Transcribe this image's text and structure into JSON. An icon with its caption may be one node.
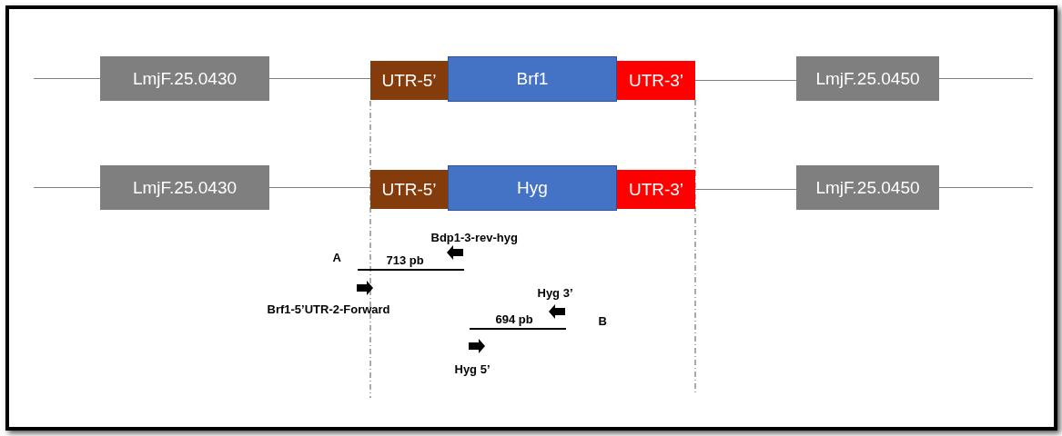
{
  "diagram": {
    "nodes": [
      {
        "text": [
          "LmjF.25.0430"
        ]
      },
      {
        "text": [
          "UTR-5’"
        ]
      },
      {
        "text": [
          "Brf1"
        ]
      },
      {
        "text": [
          "UTR-3’"
        ]
      },
      {
        "text": [
          "LmjF.25.0450"
        ]
      },
      {
        "text": [
          "LmjF.25.0430"
        ]
      },
      {
        "text": [
          "UTR-5’"
        ]
      },
      {
        "text": [
          "Hyg"
        ]
      },
      {
        "text": [
          "UTR-3’"
        ]
      },
      {
        "text": [
          "LmjF.25.0450"
        ]
      }
    ],
    "edges": [
      {
        "from": null,
        "to": 0,
        "arrow": "none"
      },
      {
        "from": 0,
        "to": 1,
        "arrow": "none"
      },
      {
        "from": 3,
        "to": 4,
        "arrow": "none"
      },
      {
        "from": 4,
        "to": null,
        "arrow": "none"
      },
      {
        "from": null,
        "to": 5,
        "arrow": "none"
      },
      {
        "from": 5,
        "to": 6,
        "arrow": "none"
      },
      {
        "from": 8,
        "to": 9,
        "arrow": "none"
      },
      {
        "from": 9,
        "to": null,
        "arrow": "none"
      }
    ],
    "labels": [
      "Bdp1-3-rev-hyg",
      "A",
      "713 pb",
      "Brf1-5’UTR-2-Forward",
      "Hyg 3’",
      "694 pb",
      "B",
      "Hyg 5’"
    ]
  }
}
